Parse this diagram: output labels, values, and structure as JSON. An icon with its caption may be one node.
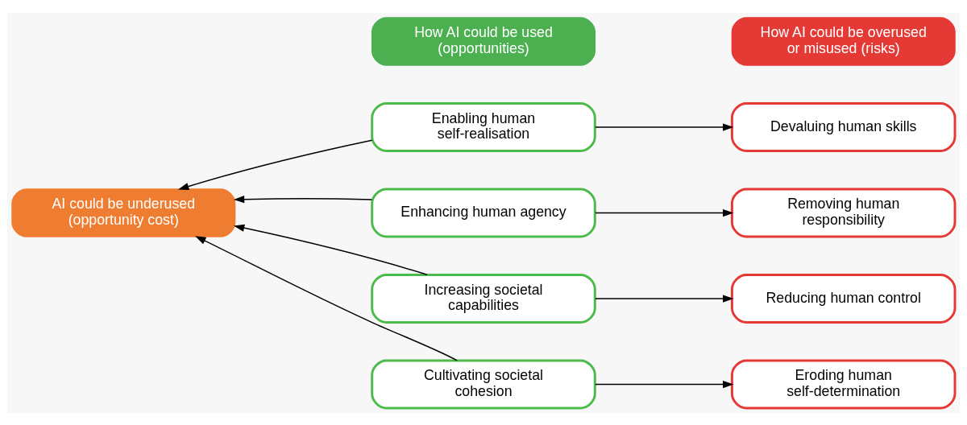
{
  "diagram": {
    "nodes": [
      {
        "text": [
          "How AI could be used (opportunities)"
        ]
      },
      {
        "text": [
          "How AI could be overused or misused (risks)"
        ]
      },
      {
        "text": [
          "Enabling human self-realisation"
        ]
      },
      {
        "text": [
          "Devaluing human skills"
        ]
      },
      {
        "text": [
          "AI could be underused (opportunity cost)"
        ]
      },
      {
        "text": [
          "Enhancing human agency"
        ]
      },
      {
        "text": [
          "Removing human responsibility"
        ]
      },
      {
        "text": [
          "Increasing societal capabilities"
        ]
      },
      {
        "text": [
          "Reducing human control"
        ]
      },
      {
        "text": [
          "Cultivating societal cohesion"
        ]
      },
      {
        "text": [
          "Eroding human self-determination"
        ]
      }
    ],
    "edges": [
      {
        "from": 2,
        "to": 4,
        "arrow": "to"
      },
      {
        "from": 5,
        "to": 4,
        "arrow": "to"
      },
      {
        "from": 7,
        "to": 4,
        "arrow": "to"
      },
      {
        "from": 9,
        "to": 4,
        "arrow": "to"
      },
      {
        "from": 2,
        "to": 3,
        "arrow": "to"
      },
      {
        "from": 5,
        "to": 6,
        "arrow": "to"
      },
      {
        "from": 7,
        "to": 8,
        "arrow": "to"
      },
      {
        "from": 9,
        "to": 10,
        "arrow": "to"
      }
    ]
  }
}
